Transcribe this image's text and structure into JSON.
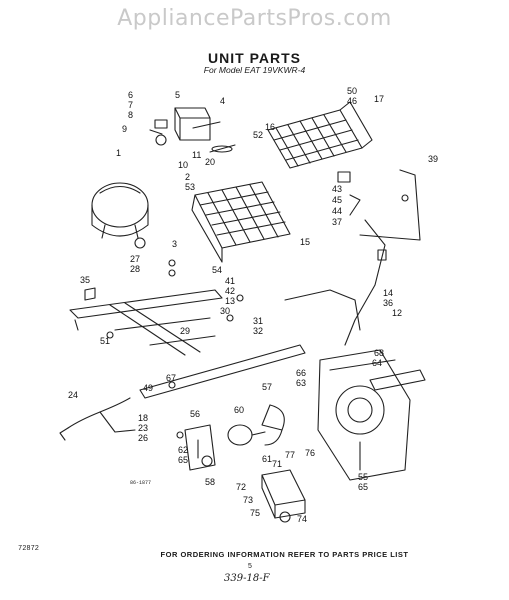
{
  "watermark": "AppliancePartsPros.com",
  "title": "UNIT PARTS",
  "subtitle": "For Model EAT 19VKWR-4",
  "footer_note": "FOR ORDERING INFORMATION REFER TO PARTS PRICE LIST",
  "code_left": "72872",
  "page_number": "5",
  "handwritten": "339-18-F",
  "figure_code": "86-1877",
  "callouts": [
    "6",
    "7",
    "8",
    "9",
    "5",
    "4",
    "11",
    "10",
    "1",
    "2",
    "53",
    "3",
    "27",
    "28",
    "35",
    "50",
    "46",
    "17",
    "16",
    "52",
    "20",
    "39",
    "43",
    "45",
    "44",
    "37",
    "15",
    "54",
    "41",
    "42",
    "13",
    "30",
    "31",
    "32",
    "29",
    "14",
    "36",
    "12",
    "51",
    "68",
    "64",
    "66",
    "63",
    "67",
    "49",
    "24",
    "18",
    "23",
    "26",
    "56",
    "60",
    "57",
    "62",
    "65",
    "61",
    "77",
    "71",
    "72",
    "73",
    "75",
    "74",
    "76",
    "58",
    "55",
    "65"
  ]
}
